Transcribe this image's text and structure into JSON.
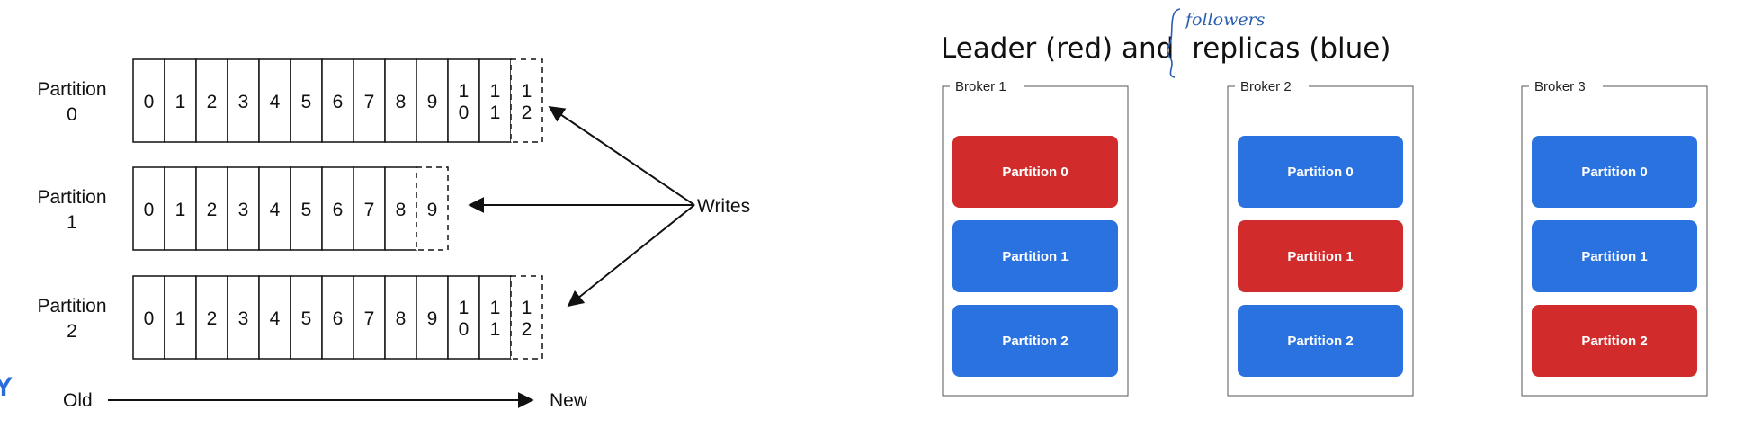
{
  "log_diagram": {
    "partitions": [
      {
        "label_line1": "Partition",
        "label_line2": "0",
        "cells": [
          "0",
          "1",
          "2",
          "3",
          "4",
          "5",
          "6",
          "7",
          "8",
          "9",
          "10",
          "11"
        ],
        "next": "12"
      },
      {
        "label_line1": "Partition",
        "label_line2": "1",
        "cells": [
          "0",
          "1",
          "2",
          "3",
          "4",
          "5",
          "6",
          "7",
          "8"
        ],
        "next": "9"
      },
      {
        "label_line1": "Partition",
        "label_line2": "2",
        "cells": [
          "0",
          "1",
          "2",
          "3",
          "4",
          "5",
          "6",
          "7",
          "8",
          "9",
          "10",
          "11"
        ],
        "next": "12"
      }
    ],
    "writes_label": "Writes",
    "old_label": "Old",
    "new_label": "New"
  },
  "broker_diagram": {
    "heading_before": "Leader (red) and ",
    "heading_after": "replicas (blue)",
    "annotation": "followers",
    "leader_color": "#d12b2b",
    "replica_color": "#2a72e0",
    "brokers": [
      {
        "name": "Broker 1",
        "partitions": [
          {
            "label": "Partition 0",
            "role": "leader"
          },
          {
            "label": "Partition 1",
            "role": "replica"
          },
          {
            "label": "Partition 2",
            "role": "replica"
          }
        ]
      },
      {
        "name": "Broker 2",
        "partitions": [
          {
            "label": "Partition 0",
            "role": "replica"
          },
          {
            "label": "Partition 1",
            "role": "leader"
          },
          {
            "label": "Partition 2",
            "role": "replica"
          }
        ]
      },
      {
        "name": "Broker 3",
        "partitions": [
          {
            "label": "Partition 0",
            "role": "replica"
          },
          {
            "label": "Partition 1",
            "role": "replica"
          },
          {
            "label": "Partition 2",
            "role": "leader"
          }
        ]
      }
    ]
  },
  "corner_mark": "Y"
}
